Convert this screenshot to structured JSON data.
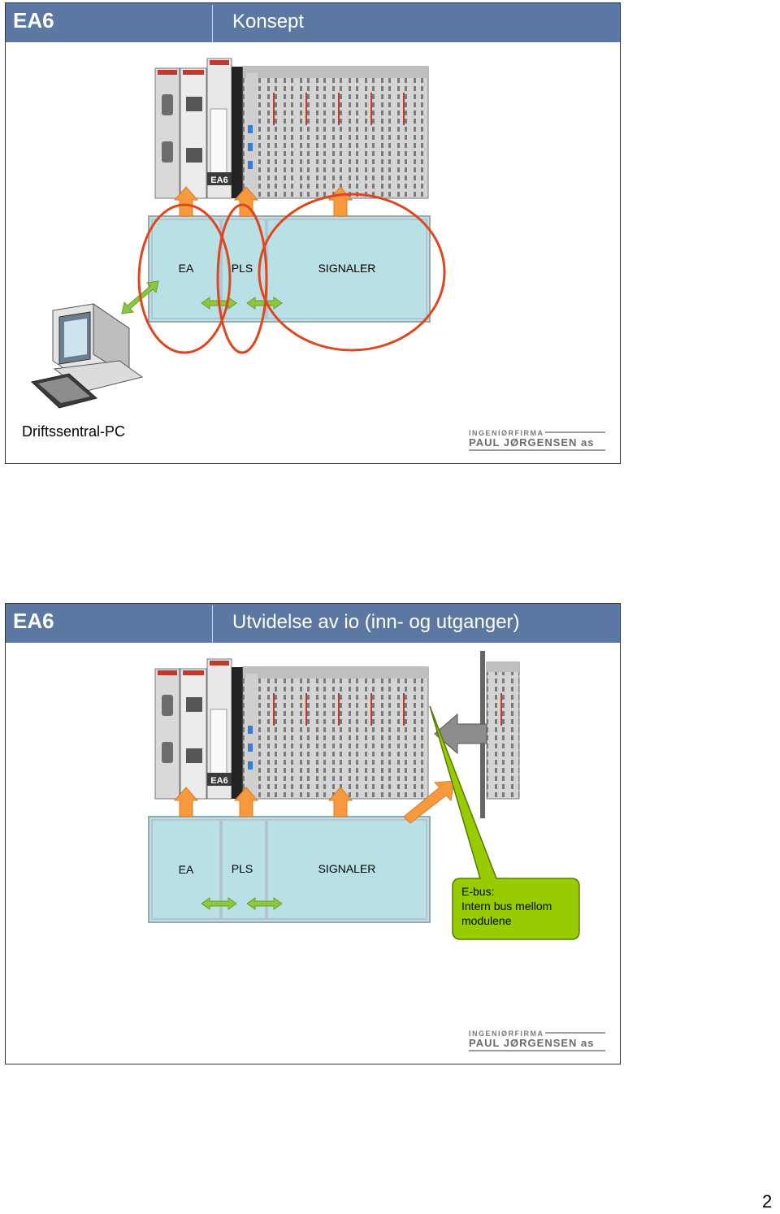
{
  "page_number": "2",
  "slides": [
    {
      "brand": "EA6",
      "title": "Konsept",
      "device_badge": "EA6",
      "boxes": {
        "ea": "EA",
        "pls": "PLS",
        "signaler": "SIGNALER"
      },
      "pc_label": "Driftssentral-PC",
      "company": {
        "line1": "INGENIØRFIRMA",
        "line2": "PAUL JØRGENSEN as"
      }
    },
    {
      "brand": "EA6",
      "title": "Utvidelse av io (inn- og utganger)",
      "device_badge": "EA6",
      "boxes": {
        "ea": "EA",
        "pls": "PLS",
        "signaler": "SIGNALER"
      },
      "callout": {
        "line1": "E-bus:",
        "line2": "Intern bus mellom",
        "line3": "modulene"
      },
      "company": {
        "line1": "INGENIØRFIRMA",
        "line2": "PAUL JØRGENSEN as"
      }
    }
  ],
  "colors": {
    "header": "#5b78a3",
    "box_fill": "#b9e0e4",
    "arrow_orange": "#f79a3d",
    "arrow_green": "#8dc63f",
    "circle_red": "#e0461e",
    "callout": "#99cc00"
  }
}
